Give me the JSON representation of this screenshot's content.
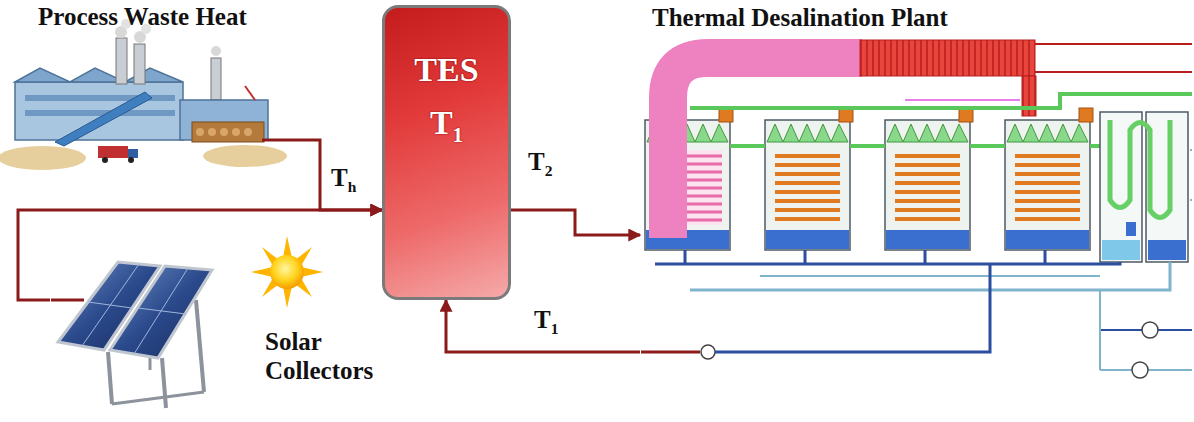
{
  "diagram": {
    "nodes": [
      {
        "text": [
          "Process Waste Heat"
        ]
      },
      {
        "text": [
          "TES",
          "T1"
        ]
      },
      {
        "text": [
          "Solar Collectors"
        ]
      },
      {
        "text": [
          "Thermal Desalination Plant"
        ]
      }
    ],
    "edges": [
      {
        "from": 0,
        "to": 1,
        "arrow": "to"
      },
      {
        "from": 2,
        "to": 1,
        "arrow": "to"
      },
      {
        "from": 1,
        "to": 3,
        "arrow": "to",
        "label": "T2"
      },
      {
        "from": 3,
        "to": 1,
        "arrow": "to",
        "label": "T1"
      }
    ],
    "labels": [
      "Th"
    ]
  }
}
